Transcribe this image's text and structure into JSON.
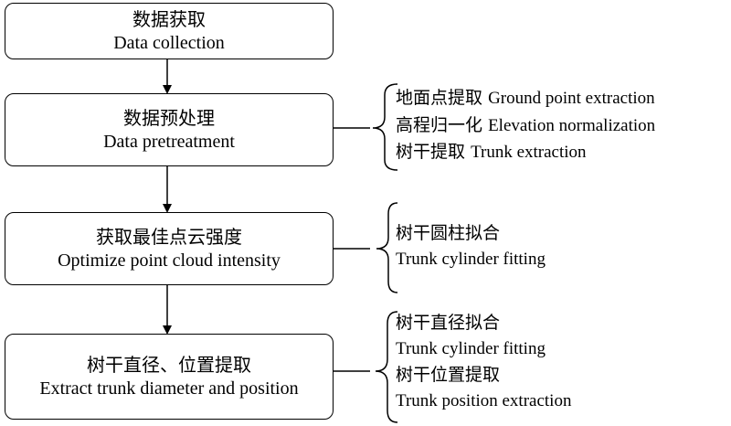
{
  "steps": [
    {
      "zh": "数据获取",
      "en": "Data collection"
    },
    {
      "zh": "数据预处理",
      "en": "Data pretreatment"
    },
    {
      "zh": "获取最佳点云强度",
      "en": "Optimize point cloud intensity"
    },
    {
      "zh": "树干直径、位置提取",
      "en": "Extract trunk diameter and position"
    }
  ],
  "details": {
    "pretreatment": [
      {
        "zh": "地面点提取",
        "en": "Ground point extraction"
      },
      {
        "zh": "高程归一化",
        "en": "Elevation normalization"
      },
      {
        "zh": "树干提取",
        "en": "Trunk extraction"
      }
    ],
    "intensity": [
      "树干圆柱拟合",
      "Trunk cylinder fitting"
    ],
    "extraction": [
      "树干直径拟合",
      "Trunk cylinder fitting",
      "树干位置提取",
      "Trunk position extraction"
    ]
  }
}
